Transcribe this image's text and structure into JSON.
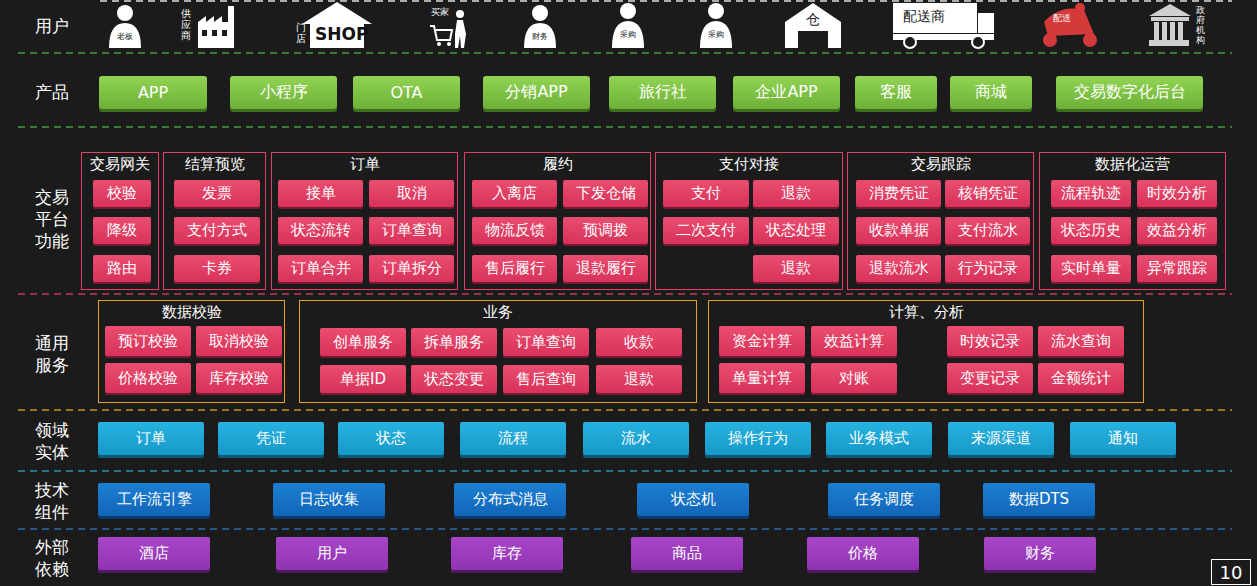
{
  "diagram": {
    "nodes": [
      {
        "text": [
          "APP"
        ]
      },
      {
        "text": [
          "小程序"
        ]
      },
      {
        "text": [
          "OTA"
        ]
      },
      {
        "text": [
          "分销APP"
        ]
      },
      {
        "text": [
          "旅行社"
        ]
      },
      {
        "text": [
          "企业APP"
        ]
      },
      {
        "text": [
          "客服"
        ]
      },
      {
        "text": [
          "商城"
        ]
      },
      {
        "text": [
          "交易数字化后台"
        ]
      },
      {
        "text": [
          "交易网关"
        ]
      },
      {
        "text": [
          "校验"
        ],
        "in": 9
      },
      {
        "text": [
          "降级"
        ],
        "in": 9
      },
      {
        "text": [
          "路由"
        ],
        "in": 9
      },
      {
        "text": [
          "结算预览"
        ]
      },
      {
        "text": [
          "发票"
        ],
        "in": 13
      },
      {
        "text": [
          "支付方式"
        ],
        "in": 13
      },
      {
        "text": [
          "卡券"
        ],
        "in": 13
      },
      {
        "text": [
          "订单"
        ]
      },
      {
        "text": [
          "接单"
        ],
        "in": 17
      },
      {
        "text": [
          "取消"
        ],
        "in": 17
      },
      {
        "text": [
          "状态流转"
        ],
        "in": 17
      },
      {
        "text": [
          "订单查询"
        ],
        "in": 17
      },
      {
        "text": [
          "订单合并"
        ],
        "in": 17
      },
      {
        "text": [
          "订单拆分"
        ],
        "in": 17
      },
      {
        "text": [
          "履约"
        ]
      },
      {
        "text": [
          "入离店"
        ],
        "in": 24
      },
      {
        "text": [
          "下发仓储"
        ],
        "in": 24
      },
      {
        "text": [
          "物流反馈"
        ],
        "in": 24
      },
      {
        "text": [
          "预调拨"
        ],
        "in": 24
      },
      {
        "text": [
          "售后履行"
        ],
        "in": 24
      },
      {
        "text": [
          "退款履行"
        ],
        "in": 24
      },
      {
        "text": [
          "支付对接"
        ]
      },
      {
        "text": [
          "支付"
        ],
        "in": 31
      },
      {
        "text": [
          "退款"
        ],
        "in": 31
      },
      {
        "text": [
          "二次支付"
        ],
        "in": 31
      },
      {
        "text": [
          "状态处理"
        ],
        "in": 31
      },
      {
        "text": [
          "退款"
        ],
        "in": 31
      },
      {
        "text": [
          "交易跟踪"
        ]
      },
      {
        "text": [
          "消费凭证"
        ],
        "in": 37
      },
      {
        "text": [
          "核销凭证"
        ],
        "in": 37
      },
      {
        "text": [
          "收款单据"
        ],
        "in": 37
      },
      {
        "text": [
          "支付流水"
        ],
        "in": 37
      },
      {
        "text": [
          "退款流水"
        ],
        "in": 37
      },
      {
        "text": [
          "行为记录"
        ],
        "in": 37
      },
      {
        "text": [
          "数据化运营"
        ]
      },
      {
        "text": [
          "流程轨迹"
        ],
        "in": 44
      },
      {
        "text": [
          "时效分析"
        ],
        "in": 44
      },
      {
        "text": [
          "状态历史"
        ],
        "in": 44
      },
      {
        "text": [
          "效益分析"
        ],
        "in": 44
      },
      {
        "text": [
          "实时单量"
        ],
        "in": 44
      },
      {
        "text": [
          "异常跟踪"
        ],
        "in": 44
      },
      {
        "text": [
          "数据校验"
        ]
      },
      {
        "text": [
          "预订校验"
        ],
        "in": 51
      },
      {
        "text": [
          "取消校验"
        ],
        "in": 51
      },
      {
        "text": [
          "价格校验"
        ],
        "in": 51
      },
      {
        "text": [
          "库存校验"
        ],
        "in": 51
      },
      {
        "text": [
          "业务"
        ]
      },
      {
        "text": [
          "创单服务"
        ],
        "in": 56
      },
      {
        "text": [
          "拆单服务"
        ],
        "in": 56
      },
      {
        "text": [
          "订单查询"
        ],
        "in": 56
      },
      {
        "text": [
          "收款"
        ],
        "in": 56
      },
      {
        "text": [
          "单据ID"
        ],
        "in": 56
      },
      {
        "text": [
          "状态变更"
        ],
        "in": 56
      },
      {
        "text": [
          "售后查询"
        ],
        "in": 56
      },
      {
        "text": [
          "退款"
        ],
        "in": 56
      },
      {
        "text": [
          "计算、分析"
        ]
      },
      {
        "text": [
          "资金计算"
        ],
        "in": 65
      },
      {
        "text": [
          "效益计算"
        ],
        "in": 65
      },
      {
        "text": [
          "时效记录"
        ],
        "in": 65
      },
      {
        "text": [
          "流水查询"
        ],
        "in": 65
      },
      {
        "text": [
          "单量计算"
        ],
        "in": 65
      },
      {
        "text": [
          "对账"
        ],
        "in": 65
      },
      {
        "text": [
          "变更记录"
        ],
        "in": 65
      },
      {
        "text": [
          "金额统计"
        ],
        "in": 65
      },
      {
        "text": [
          "订单"
        ]
      },
      {
        "text": [
          "凭证"
        ]
      },
      {
        "text": [
          "状态"
        ]
      },
      {
        "text": [
          "流程"
        ]
      },
      {
        "text": [
          "流水"
        ]
      },
      {
        "text": [
          "操作行为"
        ]
      },
      {
        "text": [
          "业务模式"
        ]
      },
      {
        "text": [
          "来源渠道"
        ]
      },
      {
        "text": [
          "通知"
        ]
      },
      {
        "text": [
          "工作流引擎"
        ]
      },
      {
        "text": [
          "日志收集"
        ]
      },
      {
        "text": [
          "分布式消息"
        ]
      },
      {
        "text": [
          "状态机"
        ]
      },
      {
        "text": [
          "任务调度"
        ]
      },
      {
        "text": [
          "数据DTS"
        ]
      },
      {
        "text": [
          "酒店"
        ]
      },
      {
        "text": [
          "用户"
        ]
      },
      {
        "text": [
          "库存"
        ]
      },
      {
        "text": [
          "商品"
        ]
      },
      {
        "text": [
          "价格"
        ]
      },
      {
        "text": [
          "财务"
        ]
      },
      {
        "text": [
          "10"
        ]
      }
    ],
    "labels": [
      "用户",
      "老板",
      "供应商",
      "门店",
      "SHOP",
      "买家",
      "财务",
      "采购",
      "采购",
      "仓",
      "配送商",
      "配送",
      "政府机构",
      "产品",
      "交易平台功能",
      "通用服务",
      "领域实体",
      "技术组件",
      "外部依赖"
    ]
  }
}
